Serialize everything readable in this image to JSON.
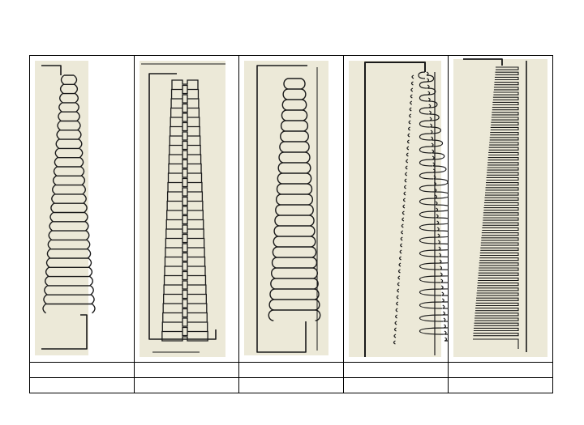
{
  "figure": {
    "panels": [
      {
        "id": "a",
        "style": "rounded-lobed serpentine, open left border",
        "background": "#ece9d8",
        "stroke": "#1a1a1a"
      },
      {
        "id": "b",
        "style": "rectangular serpentine with full frame",
        "background": "#ece9d8",
        "stroke": "#1a1a1a"
      },
      {
        "id": "c",
        "style": "rounded-lobed serpentine with frame",
        "background": "#ece9d8",
        "stroke": "#1a1a1a"
      },
      {
        "id": "d",
        "style": "wavy compact serpentine with frame",
        "background": "#ece9d8",
        "stroke": "#1a1a1a"
      },
      {
        "id": "e",
        "style": "tapered comb serpentine with frame",
        "background": "#ece9d8",
        "stroke": "#1a1a1a"
      }
    ],
    "row1_cells": [
      "",
      "",
      "",
      "",
      ""
    ],
    "row2_cells": [
      "",
      "",
      "",
      "",
      ""
    ]
  }
}
